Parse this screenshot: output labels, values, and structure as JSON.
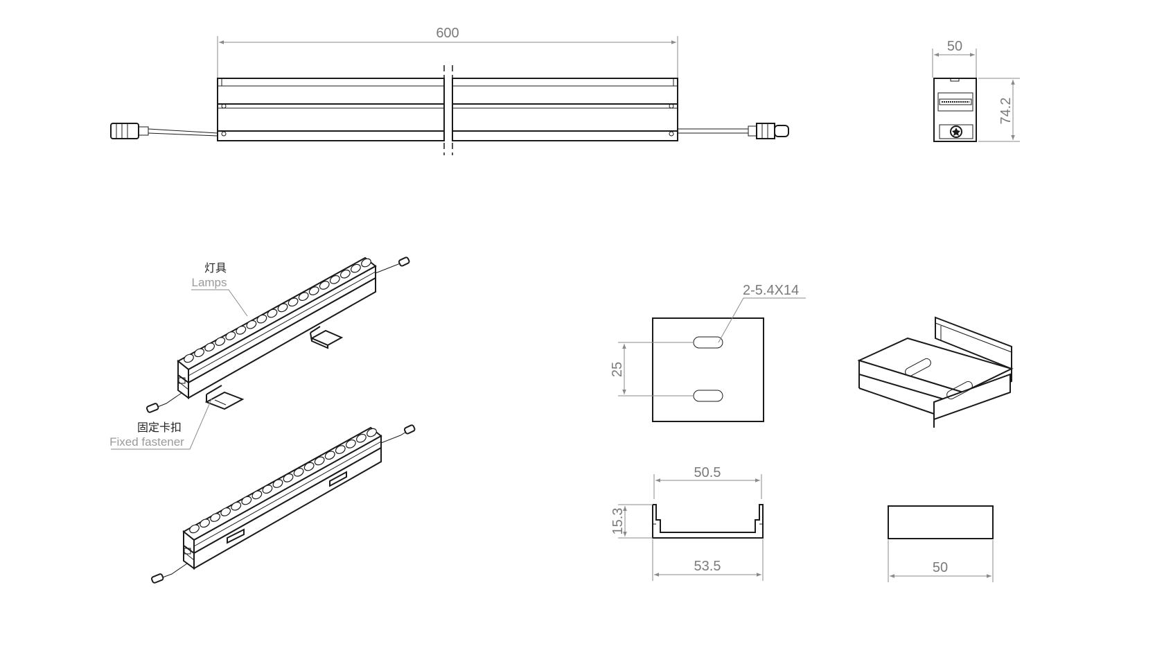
{
  "dimensions": {
    "length": "600",
    "end_width": "50",
    "end_height": "74.2",
    "slot_spec": "2-5.4X14",
    "slot_pitch": "25",
    "channel_inner": "50.5",
    "channel_height": "15.3",
    "channel_outer": "53.5",
    "fastener_width": "50"
  },
  "labels": {
    "lamps_cn": "灯具",
    "lamps_en": "Lamps",
    "fastener_cn": "固定卡扣",
    "fastener_en": "Fixed fastener"
  }
}
